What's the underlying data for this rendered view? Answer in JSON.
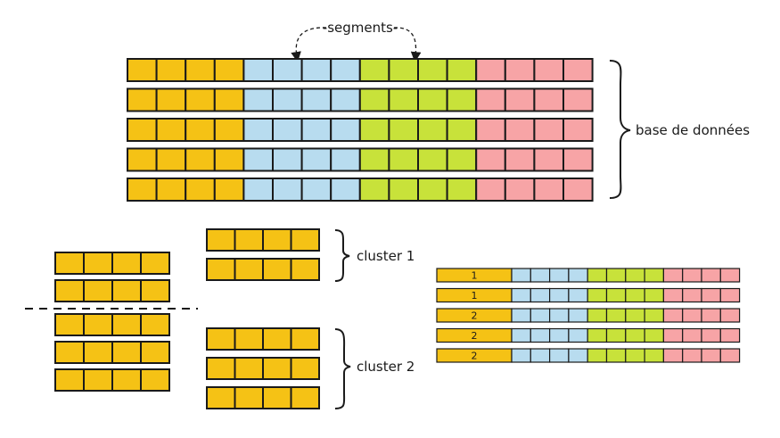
{
  "labels": {
    "segments": "segments",
    "database": "base de données",
    "cluster1": "cluster 1",
    "cluster2": "cluster 2"
  },
  "colors": {
    "segment1": "#f5c215",
    "segment2": "#b8dcef",
    "segment3": "#c8e23a",
    "segment4": "#f7a4a6",
    "stroke": "#1a1a1a"
  },
  "database": {
    "rows": 5,
    "segments": 4,
    "cells_per_segment": 4
  },
  "split": {
    "rows_above_dashed_line": 2,
    "rows_below_dashed_line": 3,
    "cells_per_row": 4
  },
  "clusters": [
    {
      "name": "cluster 1",
      "rows": 2
    },
    {
      "name": "cluster 2",
      "rows": 3
    }
  ],
  "quantized": {
    "codes": [
      "1",
      "1",
      "2",
      "2",
      "2"
    ],
    "cells_per_segment": 4
  }
}
